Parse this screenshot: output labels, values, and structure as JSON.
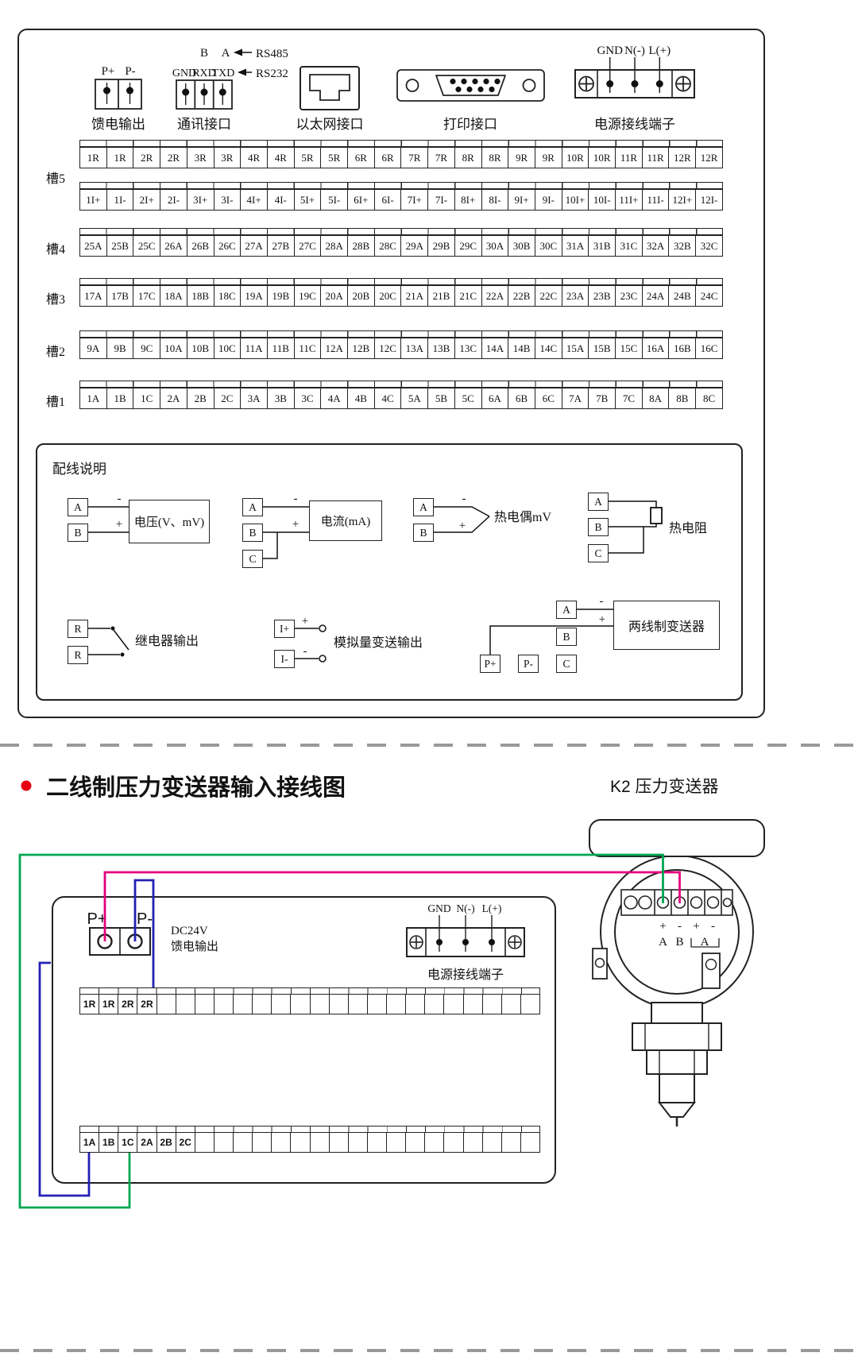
{
  "colors": {
    "wire_pink": "#e5007d",
    "wire_green": "#00a651",
    "wire_blue": "#2320b4",
    "bullet": "#e60012"
  },
  "rear_panel": {
    "feed": {
      "label": "馈电输出",
      "pins": [
        "P+",
        "P-"
      ]
    },
    "comm": {
      "label": "通讯接口",
      "rs485_pins": [
        "B",
        "A"
      ],
      "rs485": "RS485",
      "rs232": "RS232",
      "pins": [
        "GND",
        "RXD",
        "TXD"
      ]
    },
    "ethernet": {
      "label": "以太网接口"
    },
    "printer": {
      "label": "打印接口"
    },
    "power": {
      "label": "电源接线端子",
      "pins": [
        "GND",
        "N(-)",
        "L(+)"
      ]
    },
    "slots": [
      {
        "name": "槽5",
        "row_r": [
          "1R",
          "1R",
          "2R",
          "2R",
          "3R",
          "3R",
          "4R",
          "4R",
          "5R",
          "5R",
          "6R",
          "6R",
          "7R",
          "7R",
          "8R",
          "8R",
          "9R",
          "9R",
          "10R",
          "10R",
          "11R",
          "11R",
          "12R",
          "12R"
        ],
        "row_i": [
          "1I+",
          "1I-",
          "2I+",
          "2I-",
          "3I+",
          "3I-",
          "4I+",
          "4I-",
          "5I+",
          "5I-",
          "6I+",
          "6I-",
          "7I+",
          "7I-",
          "8I+",
          "8I-",
          "9I+",
          "9I-",
          "10I+",
          "10I-",
          "11I+",
          "11I-",
          "12I+",
          "12I-"
        ]
      },
      {
        "name": "槽4",
        "row": [
          "25A",
          "25B",
          "25C",
          "26A",
          "26B",
          "26C",
          "27A",
          "27B",
          "27C",
          "28A",
          "28B",
          "28C",
          "29A",
          "29B",
          "29C",
          "30A",
          "30B",
          "30C",
          "31A",
          "31B",
          "31C",
          "32A",
          "32B",
          "32C"
        ]
      },
      {
        "name": "槽3",
        "row": [
          "17A",
          "17B",
          "17C",
          "18A",
          "18B",
          "18C",
          "19A",
          "19B",
          "19C",
          "20A",
          "20B",
          "20C",
          "21A",
          "21B",
          "21C",
          "22A",
          "22B",
          "22C",
          "23A",
          "23B",
          "23C",
          "24A",
          "24B",
          "24C"
        ]
      },
      {
        "name": "槽2",
        "row": [
          "9A",
          "9B",
          "9C",
          "10A",
          "10B",
          "10C",
          "11A",
          "11B",
          "11C",
          "12A",
          "12B",
          "12C",
          "13A",
          "13B",
          "13C",
          "14A",
          "14B",
          "14C",
          "15A",
          "15B",
          "15C",
          "16A",
          "16B",
          "16C"
        ]
      },
      {
        "name": "槽1",
        "row": [
          "1A",
          "1B",
          "1C",
          "2A",
          "2B",
          "2C",
          "3A",
          "3B",
          "3C",
          "4A",
          "4B",
          "4C",
          "5A",
          "5B",
          "5C",
          "6A",
          "6B",
          "6C",
          "7A",
          "7B",
          "7C",
          "8A",
          "8B",
          "8C"
        ]
      }
    ]
  },
  "wiring": {
    "title": "配线说明",
    "plus": "+",
    "minus": "-",
    "voltage": {
      "label": "电压(V、mV)",
      "a": "A",
      "b": "B"
    },
    "current": {
      "label": "电流(mA)",
      "a": "A",
      "b": "B",
      "c": "C"
    },
    "thermocouple": {
      "label": "热电偶mV",
      "a": "A",
      "b": "B"
    },
    "rtd": {
      "label": "热电阻",
      "a": "A",
      "b": "B",
      "c": "C"
    },
    "relay": {
      "label": "继电器输出",
      "r1": "R",
      "r2": "R"
    },
    "analog_out": {
      "label": "模拟量变送输出",
      "ip": "I+",
      "im": "I-"
    },
    "two_wire": {
      "label": "两线制变送器",
      "a": "A",
      "b": "B",
      "c": "C",
      "pp": "P+",
      "pm": "P-"
    }
  },
  "bottom": {
    "title": "二线制压力变送器输入接线图",
    "transmitter": {
      "label": "K2 压力变送器",
      "polarity": [
        "+",
        "-",
        "+",
        "-"
      ],
      "pins": [
        "A",
        "B",
        "A"
      ]
    },
    "device": {
      "pp": "P+",
      "pm": "P-",
      "dc": "DC24V",
      "dc2": "馈电输出",
      "power_pins": [
        "GND",
        "N(-)",
        "L(+)"
      ],
      "power_label": "电源接线端子",
      "strip_top": [
        "1R",
        "1R",
        "2R",
        "2R",
        "",
        "",
        "",
        "",
        "",
        "",
        "",
        "",
        "",
        "",
        "",
        "",
        "",
        "",
        "",
        "",
        "",
        "",
        "",
        ""
      ],
      "strip_bottom": [
        "1A",
        "1B",
        "1C",
        "2A",
        "2B",
        "2C",
        "",
        "",
        "",
        "",
        "",
        "",
        "",
        "",
        "",
        "",
        "",
        "",
        "",
        "",
        "",
        "",
        "",
        ""
      ]
    }
  }
}
